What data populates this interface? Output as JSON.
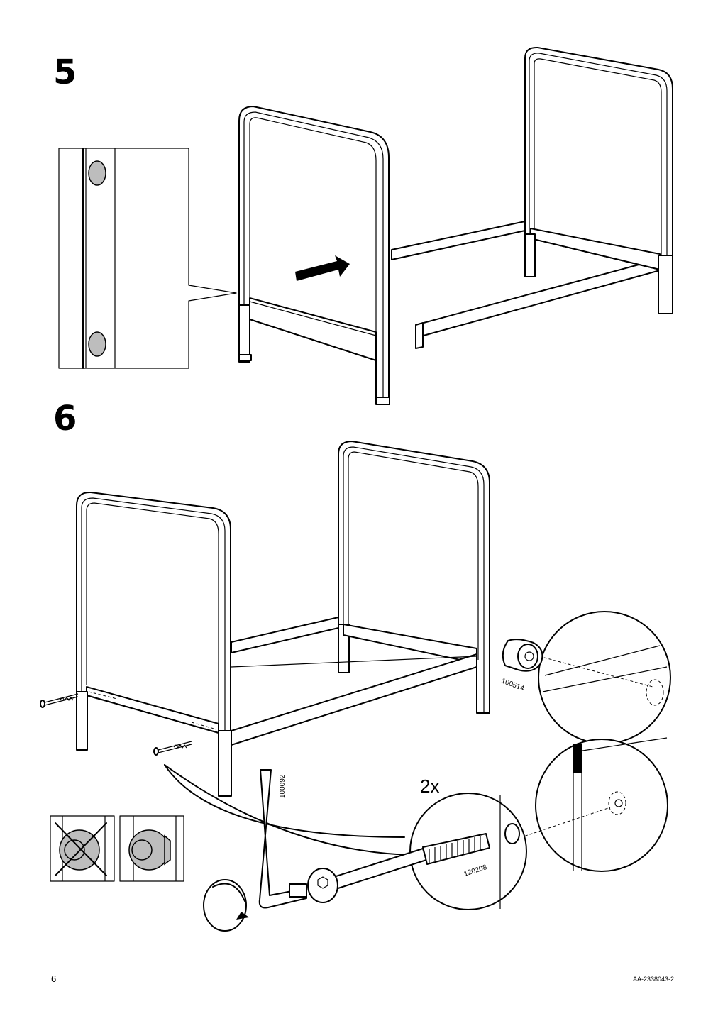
{
  "page": {
    "step_5": "5",
    "step_6": "6",
    "page_number": "6",
    "document_code": "AA-2338043-2"
  },
  "parts": {
    "cam_lock_nut": "100514",
    "allen_key": "100092",
    "bolt": "120208",
    "quantity": "2x"
  }
}
